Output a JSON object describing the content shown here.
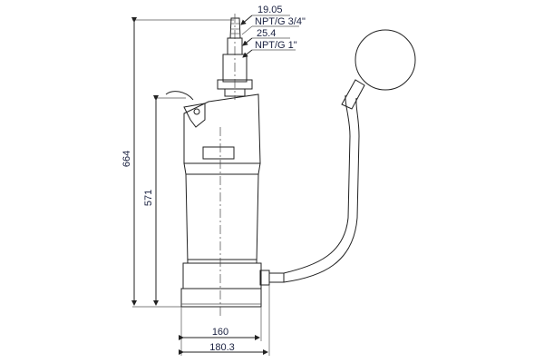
{
  "drawing": {
    "dimensions": {
      "overall_height": "664",
      "body_height": "571",
      "body_diameter": "160",
      "overall_width": "180.3"
    },
    "connections": [
      {
        "size": "19.05",
        "thread": "NPT/G 3/4\""
      },
      {
        "size": "25.4",
        "thread": "NPT/G 1\""
      }
    ]
  }
}
